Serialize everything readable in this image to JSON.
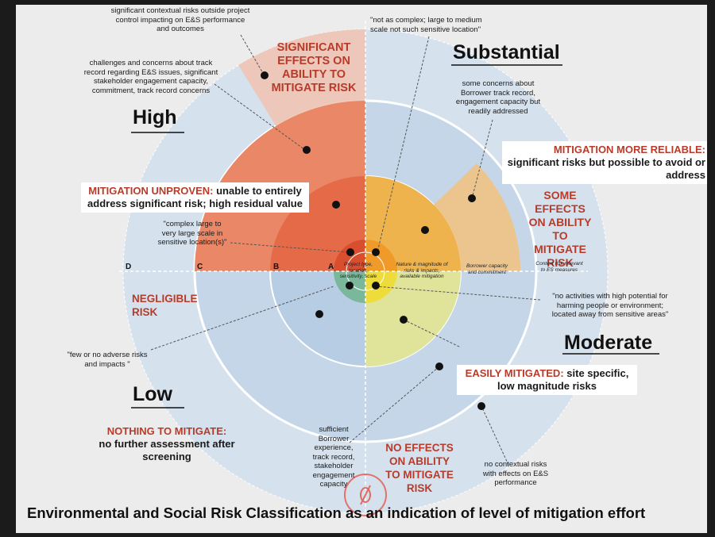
{
  "quadrants": {
    "high": "High",
    "substantial": "Substantial",
    "moderate": "Moderate",
    "low": "Low"
  },
  "headlines": {
    "significant_effects": "SIGNIFICANT EFFECTS ON ABILITY TO MITIGATE RISK",
    "some_effects": "SOME EFFECTS ON ABILITY TO MITIGATE RISK",
    "negligible": "NEGLIGIBLE RISK",
    "no_effects": "NO EFFECTS ON ABILITY TO MITIGATE RISK"
  },
  "boxes": {
    "unproven_key": "MITIGATION UNPROVEN:",
    "unproven_text": "unable to entirely address significant risk; high residual value",
    "reliable_key": "MITIGATION MORE RELIABLE:",
    "reliable_text": "significant risks but possible to avoid or address",
    "easily_key": "EASILY MITIGATED:",
    "easily_text": "site specific, low magnitude risks",
    "nothing_key": "NOTHING TO MITIGATE:",
    "nothing_text": "no further assessment after screening"
  },
  "notes": {
    "contextual_high": "significant contextual risks outside project control impacting on E&S performance and outcomes",
    "track_record_high": "challenges and concerns about track record regarding E&S issues, significant stakeholder engagement capacity, commitment, track record concerns",
    "complex_high": "\"complex large to very large scale in sensitive location(s)\"",
    "not_complex": "\"not as complex; large to medium scale not such sensitive location\"",
    "concerns_borrower": "some concerns about Borrower track record, engagement capacity but readily addressed",
    "no_activities": "\"no activities with high potential for harming people or environment; located away from sensitive areas\"",
    "few_adverse": "\"few or no adverse risks and impacts \"",
    "sufficient_borrower": "sufficient Borrower experience, track record, stakeholder engagement capacity",
    "no_contextual": "no contextual risks with effects on E&S performance"
  },
  "ring_labels": [
    "A",
    "B",
    "C",
    "D"
  ],
  "axis_labels": {
    "project_type": "Project type, location, sensitivity, scale",
    "nature": "Nature & magnitude of risks & impacts, available mitigation",
    "borrower": "Borrower capacity and commitment",
    "context": "Context risk relevant to ES measures"
  },
  "footer_title": "Environmental and Social Risk Classification as an indication of level of mitigation effort",
  "colors": {
    "high": "#e8664a",
    "substantial": "#f0b24a",
    "moderate": "#e8e86a",
    "low": "#6fae8a",
    "outer_ring": "#c6d7e6",
    "accent_red": "#b83b2a"
  }
}
